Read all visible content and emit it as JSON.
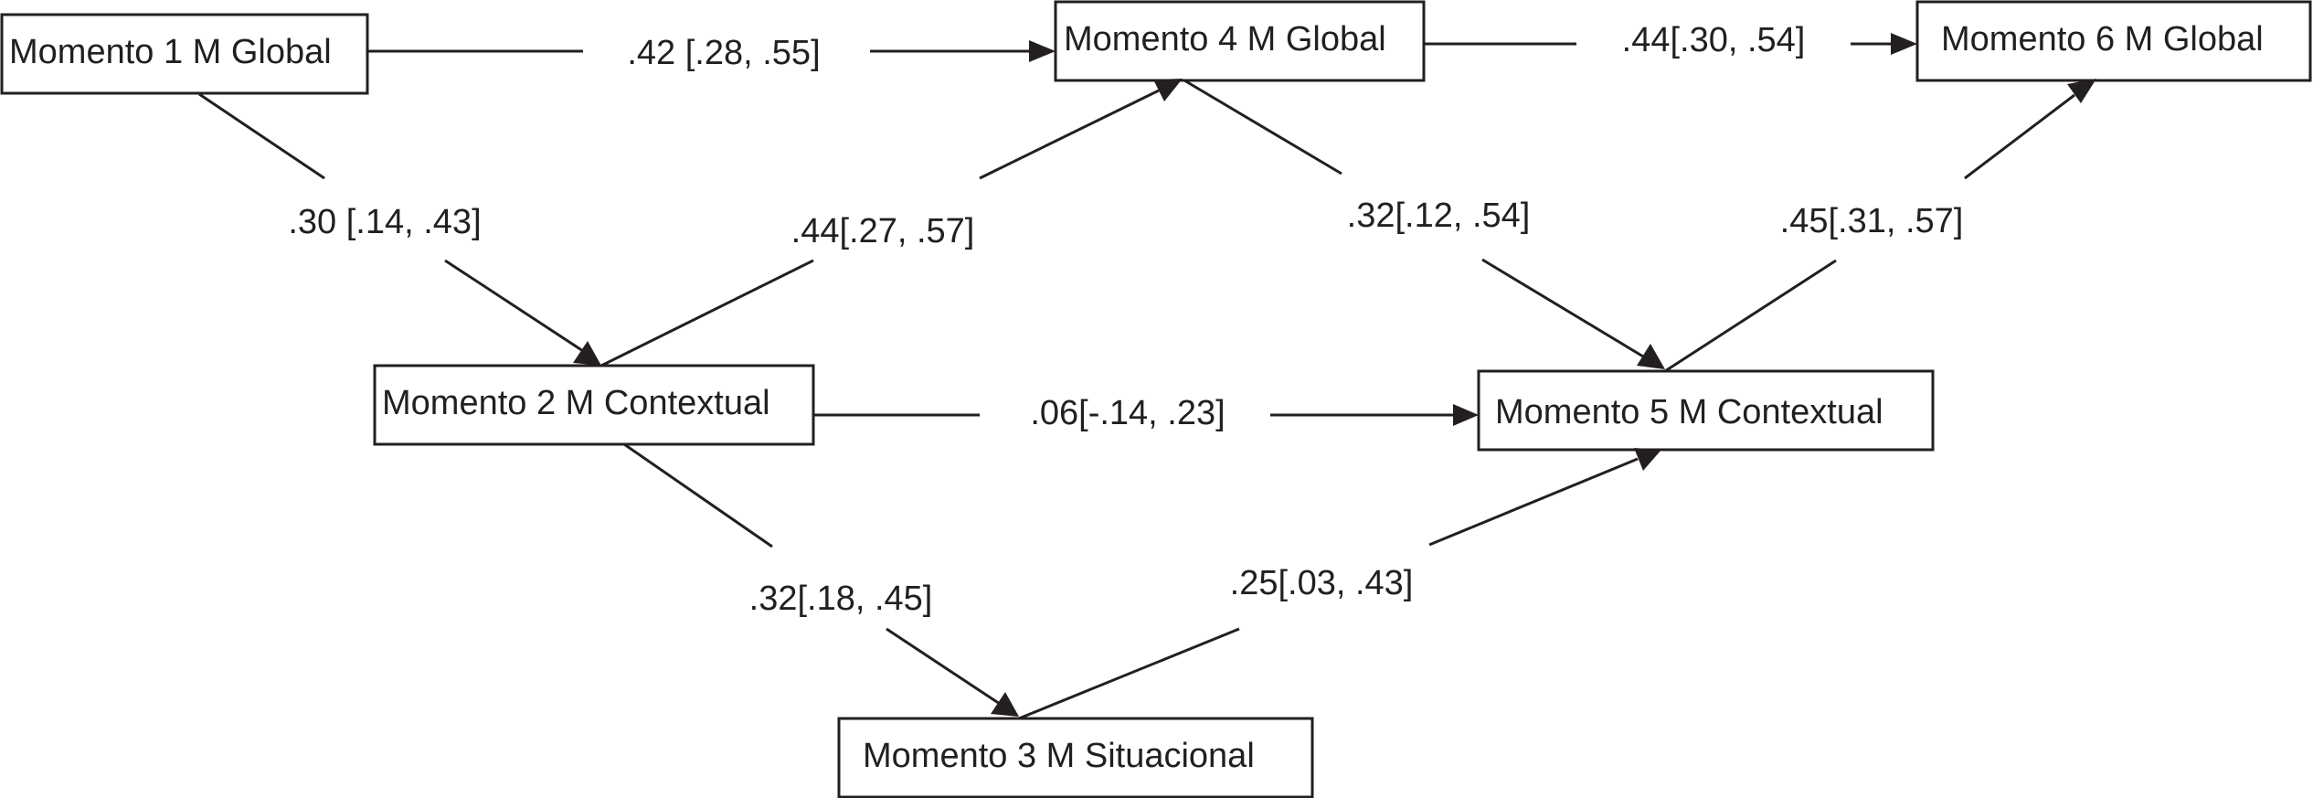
{
  "diagram": {
    "nodes": [
      {
        "id": "m1",
        "label": "Momento 1 M Global"
      },
      {
        "id": "m2",
        "label": "Momento 2 M Contextual"
      },
      {
        "id": "m3",
        "label": "Momento 3 M Situacional"
      },
      {
        "id": "m4",
        "label": "Momento 4 M Global"
      },
      {
        "id": "m5",
        "label": "Momento 5 M Contextual"
      },
      {
        "id": "m6",
        "label": "Momento 6 M Global"
      }
    ],
    "edges": [
      {
        "id": "m1-m4",
        "from": "m1",
        "to": "m4",
        "label": ".42 [.28, .55]"
      },
      {
        "id": "m4-m6",
        "from": "m4",
        "to": "m6",
        "label": ".44[.30, .54]"
      },
      {
        "id": "m1-m2",
        "from": "m1",
        "to": "m2",
        "label": ".30 [.14, .43]"
      },
      {
        "id": "m2-m4",
        "from": "m2",
        "to": "m4",
        "label": ".44[.27, .57]"
      },
      {
        "id": "m4-m5",
        "from": "m4",
        "to": "m5",
        "label": ".32[.12, .54]"
      },
      {
        "id": "m5-m6",
        "from": "m5",
        "to": "m6",
        "label": ".45[.31, .57]"
      },
      {
        "id": "m2-m5",
        "from": "m2",
        "to": "m5",
        "label": ".06[-.14, .23]"
      },
      {
        "id": "m2-m3",
        "from": "m2",
        "to": "m3",
        "label": ".32[.18, .45]"
      },
      {
        "id": "m3-m5",
        "from": "m3",
        "to": "m5",
        "label": ".25[.03, .43]"
      }
    ]
  }
}
